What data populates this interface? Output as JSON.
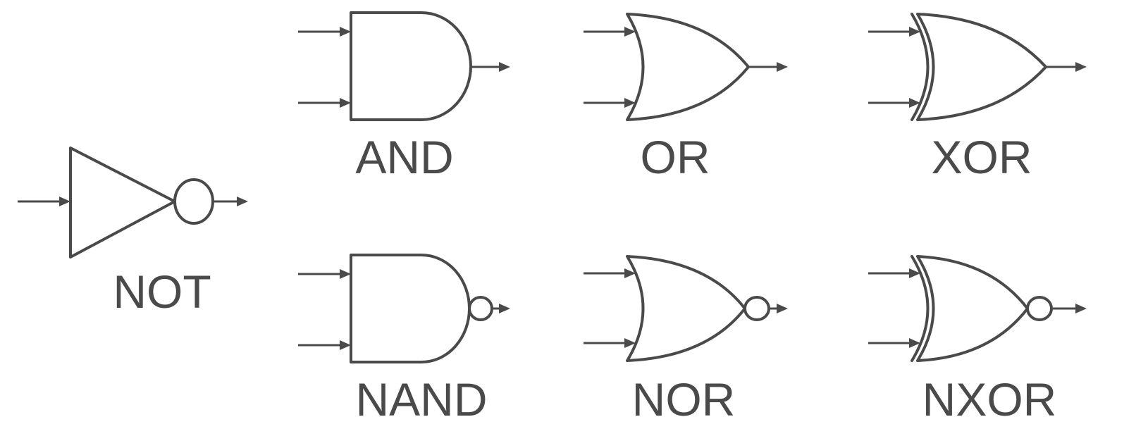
{
  "diagram": {
    "colors": {
      "stroke": "#4a4a4a",
      "background": "#ffffff"
    },
    "gates": [
      {
        "id": "not",
        "label": "NOT",
        "shape": "buffer",
        "inverted": true,
        "inputs": 1
      },
      {
        "id": "and",
        "label": "AND",
        "shape": "and",
        "inverted": false,
        "inputs": 2
      },
      {
        "id": "or",
        "label": "OR",
        "shape": "or",
        "inverted": false,
        "inputs": 2
      },
      {
        "id": "xor",
        "label": "XOR",
        "shape": "xor",
        "inverted": false,
        "inputs": 2
      },
      {
        "id": "nand",
        "label": "NAND",
        "shape": "and",
        "inverted": true,
        "inputs": 2
      },
      {
        "id": "nor",
        "label": "NOR",
        "shape": "or",
        "inverted": true,
        "inputs": 2
      },
      {
        "id": "nxor",
        "label": "NXOR",
        "shape": "xor",
        "inverted": true,
        "inputs": 2
      }
    ]
  }
}
